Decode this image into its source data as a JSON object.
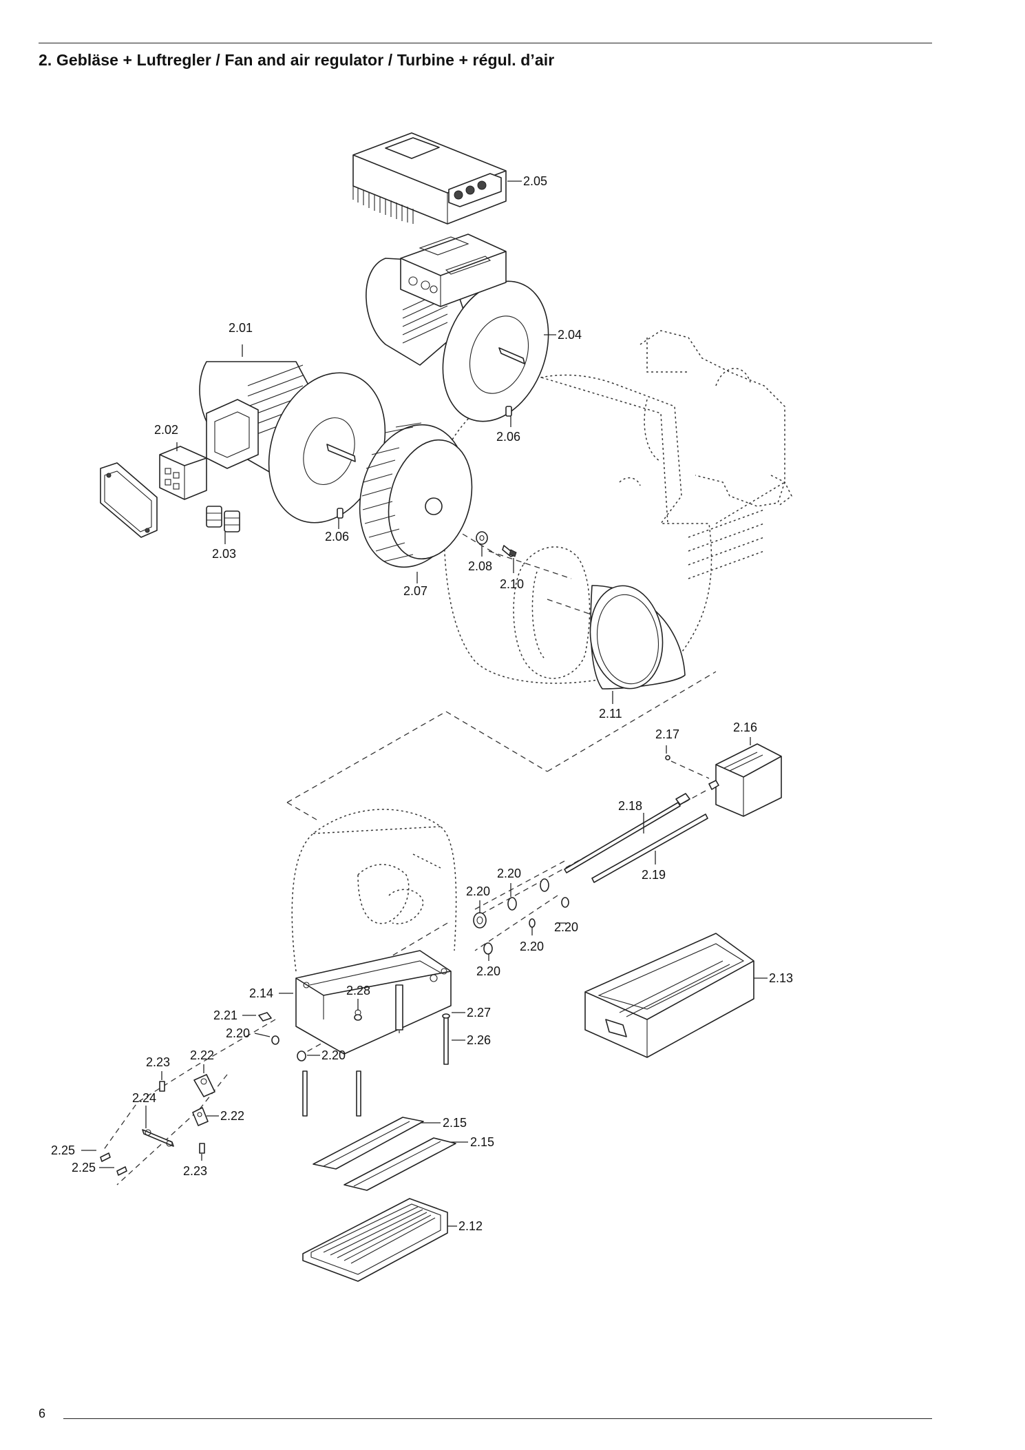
{
  "page": {
    "title": "2. Gebläse + Luftregler / Fan and air regulator / Turbine + régul. d’air",
    "number": "6"
  },
  "callouts": [
    "2.05",
    "2.04",
    "2.01",
    "2.06",
    "2.02",
    "2.06",
    "2.03",
    "2.08",
    "2.10",
    "2.07",
    "2.11",
    "2.17",
    "2.16",
    "2.18",
    "2.19",
    "2.20",
    "2.20",
    "2.20",
    "2.20",
    "2.20",
    "2.13",
    "2.14",
    "2.28",
    "2.27",
    "2.21",
    "2.20",
    "2.26",
    "2.22",
    "2.20",
    "2.23",
    "2.22",
    "2.24",
    "2.15",
    "2.15",
    "2.25",
    "2.25",
    "2.23",
    "2.12"
  ]
}
